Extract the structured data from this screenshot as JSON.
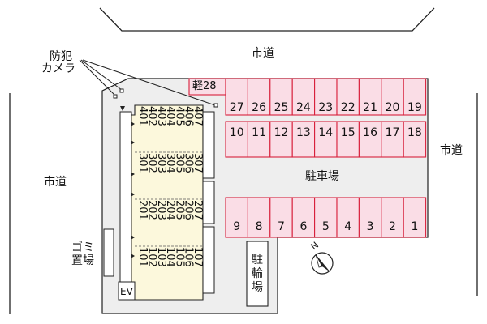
{
  "labels": {
    "road_top": "市道",
    "road_left": "市道",
    "road_right": "市道",
    "camera_line1": "防犯",
    "camera_line2": "カメラ",
    "garbage_line1": "ゴミ",
    "garbage_line2": "置場",
    "parking": "駐車場",
    "bicycle": "駐輪場",
    "elevator": "EV",
    "compass": "N"
  },
  "parking": {
    "kei_label": "軽28",
    "top_row": [
      "27",
      "26",
      "25",
      "24",
      "23",
      "22",
      "21",
      "20",
      "19"
    ],
    "middle_row": [
      "10",
      "11",
      "12",
      "13",
      "14",
      "15",
      "16",
      "17",
      "18"
    ],
    "bottom_row": [
      "9",
      "8",
      "7",
      "6",
      "5",
      "4",
      "3",
      "2",
      "1"
    ]
  },
  "building": {
    "columns": [
      [
        "401",
        "301",
        "201",
        "101"
      ],
      [
        "402",
        "302",
        "202",
        "102"
      ],
      [
        "403",
        "303",
        "203",
        "103"
      ],
      [
        "404",
        "304",
        "204",
        "104"
      ],
      [
        "405",
        "305",
        "205",
        "105"
      ],
      [
        "406",
        "306",
        "206",
        "106"
      ],
      [
        "407",
        "307",
        "207",
        "107"
      ]
    ]
  },
  "colors": {
    "parking_fill": "#fadde6",
    "parking_stroke": "#d8203c",
    "building_fill": "#fcf8dc",
    "lot_fill": "#eeeeee",
    "line": "#222222"
  }
}
